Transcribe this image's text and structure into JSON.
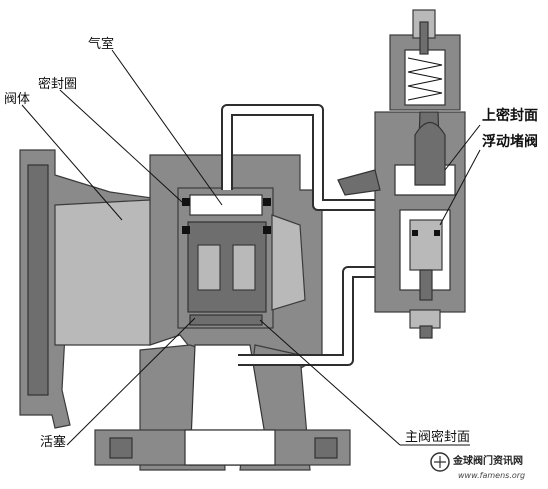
{
  "labels": {
    "air_chamber": "气室",
    "seal_ring": "密封圈",
    "valve_body": "阀体",
    "upper_seal_face": "上密封面",
    "floating_plug": "浮动堵阀",
    "piston": "活塞",
    "main_seal_face": "主阀密封面"
  },
  "watermark": {
    "name": "金球阀门资讯网",
    "url": "www.famens.org"
  },
  "colors": {
    "metal": "#8a8a8a",
    "metal_dark": "#6e6e6e",
    "metal_light": "#b9b9b9",
    "outline": "#3b3b3b",
    "background": "#ffffff"
  }
}
